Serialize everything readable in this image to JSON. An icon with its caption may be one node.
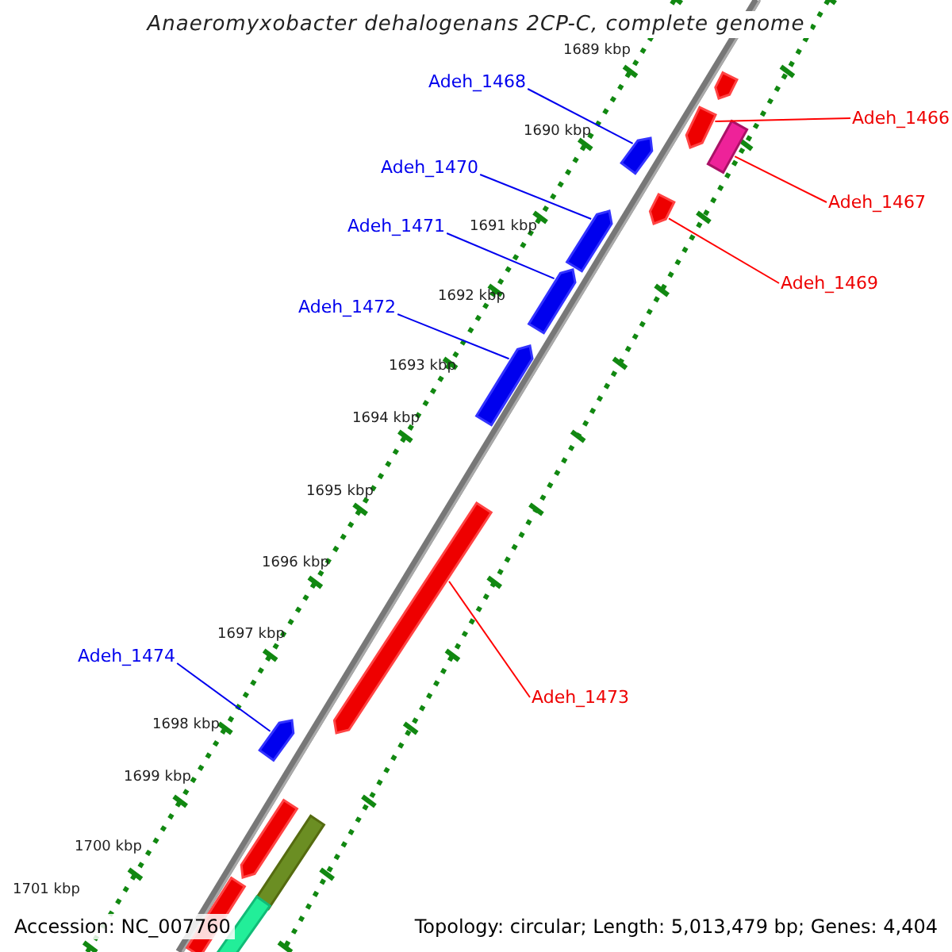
{
  "diagram": {
    "title": "Anaeromyxobacter dehalogenans 2CP-C, complete genome",
    "nodes": [
      {
        "text": [
          "Adeh_1468"
        ]
      },
      {
        "text": [
          "Adeh_1466"
        ]
      },
      {
        "text": [
          "Adeh_1470"
        ]
      },
      {
        "text": [
          "Adeh_1467"
        ]
      },
      {
        "text": [
          "Adeh_1471"
        ]
      },
      {
        "text": [
          "Adeh_1469"
        ]
      },
      {
        "text": [
          "Adeh_1472"
        ]
      },
      {
        "text": [
          "Adeh_1474"
        ]
      },
      {
        "text": [
          "Adeh_1473"
        ]
      },
      {
        "text": [],
        "shape": "pentagon"
      },
      {
        "text": [],
        "shape": "pentagon"
      },
      {
        "text": [],
        "shape": "bar"
      },
      {
        "text": [],
        "shape": "pentagon"
      },
      {
        "text": [],
        "shape": "pentagon"
      },
      {
        "text": [],
        "shape": "pentagon"
      },
      {
        "text": [],
        "shape": "pentagon"
      },
      {
        "text": [],
        "shape": "pentagon"
      },
      {
        "text": [],
        "shape": "pentagon"
      },
      {
        "text": [],
        "shape": "pentagon"
      },
      {
        "text": [],
        "shape": "pentagon"
      },
      {
        "text": [],
        "shape": "bar"
      },
      {
        "text": [],
        "shape": "bar"
      },
      {
        "text": [],
        "shape": "bar"
      }
    ],
    "edges": [
      {
        "from": 0,
        "to": 12,
        "arrow": "none"
      },
      {
        "from": 1,
        "to": 10,
        "arrow": "none",
        "color": "#ff0000"
      },
      {
        "from": 2,
        "to": 14,
        "arrow": "none"
      },
      {
        "from": 3,
        "to": 11,
        "arrow": "none",
        "color": "#ff0000"
      },
      {
        "from": 4,
        "to": 15,
        "arrow": "none"
      },
      {
        "from": 5,
        "to": 13,
        "arrow": "none",
        "color": "#ff0000"
      },
      {
        "from": 6,
        "to": 16,
        "arrow": "none"
      },
      {
        "from": 7,
        "to": 18,
        "arrow": "none"
      },
      {
        "from": 8,
        "to": 17,
        "arrow": "none",
        "color": "#ff0000"
      }
    ],
    "labels": [
      "1689 kbp",
      "1690 kbp",
      "1691 kbp",
      "1692 kbp",
      "1693 kbp",
      "1694 kbp",
      "1695 kbp",
      "1696 kbp",
      "1697 kbp",
      "1698 kbp",
      "1699 kbp",
      "1700 kbp",
      "1701 kbp",
      "Accession: NC_007760",
      "Topology: circular; Length: 5,013,479 bp; Genes: 4,404"
    ]
  }
}
